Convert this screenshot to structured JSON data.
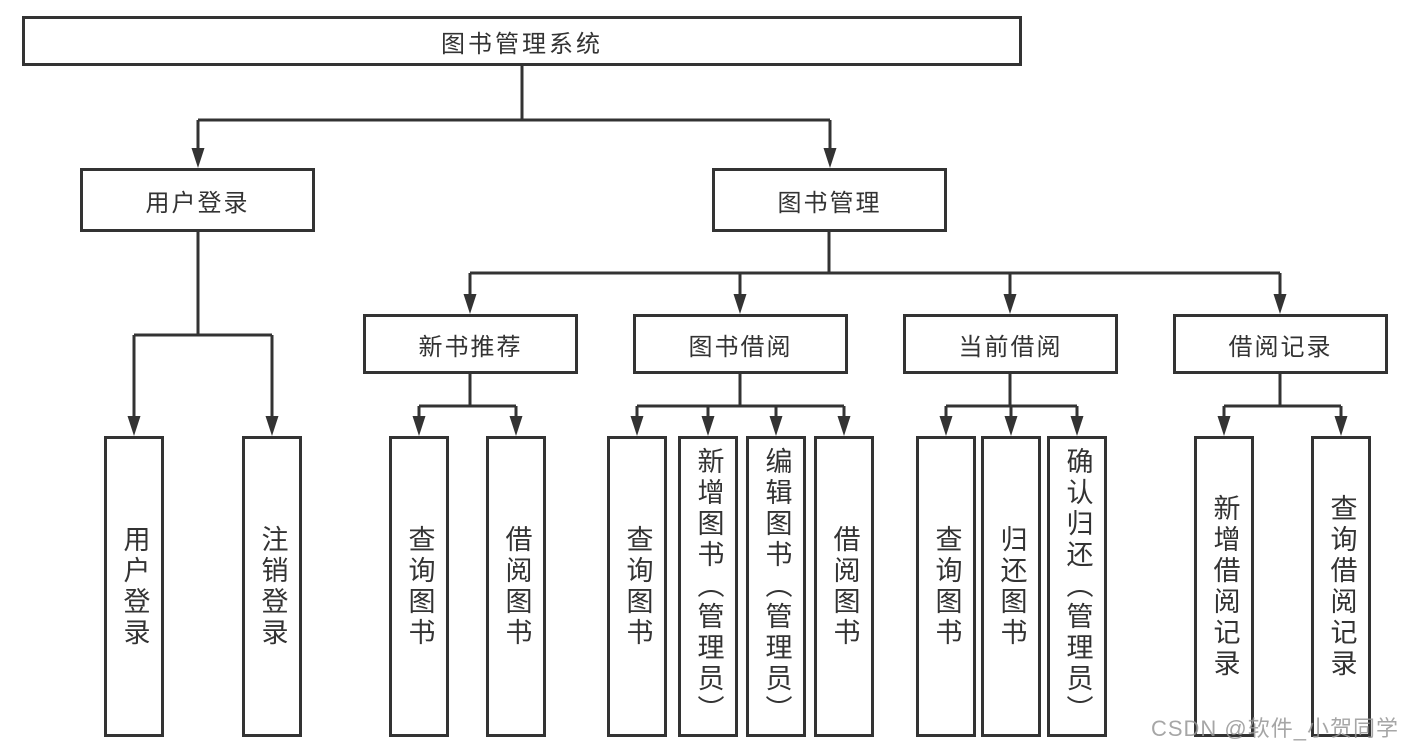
{
  "diagram": {
    "root": {
      "label": "图书管理系统"
    },
    "level2": [
      {
        "label": "用户登录"
      },
      {
        "label": "图书管理"
      }
    ],
    "level3": [
      {
        "label": "新书推荐"
      },
      {
        "label": "图书借阅"
      },
      {
        "label": "当前借阅"
      },
      {
        "label": "借阅记录"
      }
    ],
    "leaves": [
      {
        "label": "用户登录"
      },
      {
        "label": "注销登录"
      },
      {
        "label": "查询图书"
      },
      {
        "label": "借阅图书"
      },
      {
        "label": "查询图书"
      },
      {
        "label": "新增图书（管理员）"
      },
      {
        "label": "编辑图书（管理员）"
      },
      {
        "label": "借阅图书"
      },
      {
        "label": "查询图书"
      },
      {
        "label": "归还图书"
      },
      {
        "label": "确认归还（管理员）"
      },
      {
        "label": "新增借阅记录"
      },
      {
        "label": "查询借阅记录"
      }
    ],
    "watermark": "CSDN @软件_小贺同学",
    "colors": {
      "line": "#333333",
      "text": "#333333",
      "watermark": "#969696",
      "background": "#ffffff"
    }
  }
}
